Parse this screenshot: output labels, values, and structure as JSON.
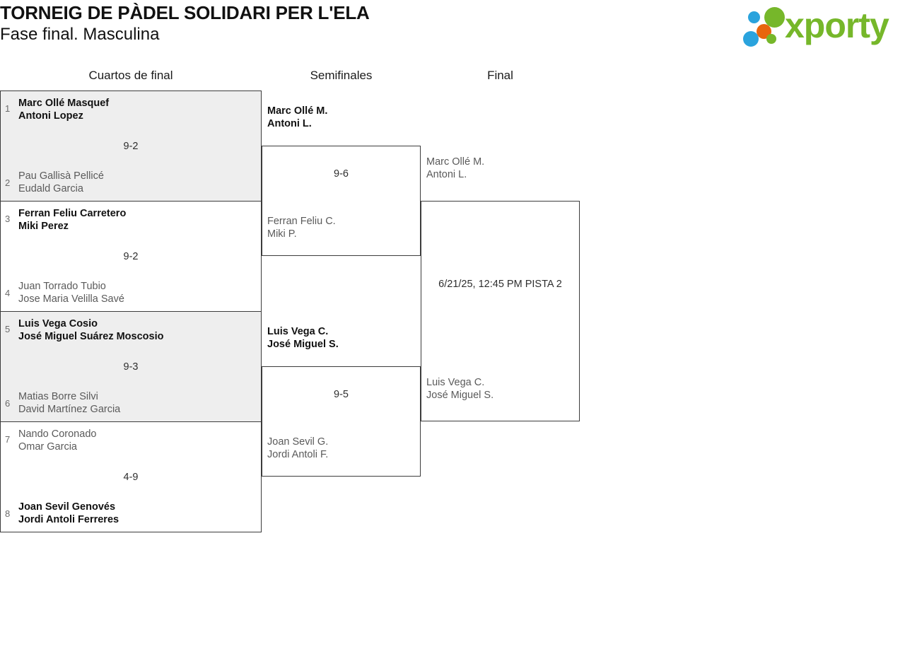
{
  "header": {
    "title_line1": "TORNEIG DE PÀDEL SOLIDARI PER L'ELA",
    "title_line2": "Fase final. Masculina",
    "logo_word": "xporty",
    "logo_colors": {
      "blue": "#2aa3dd",
      "orange": "#e8660d",
      "green": "#76b72a"
    }
  },
  "rounds": {
    "quarterfinals_label": "Cuartos de final",
    "semifinals_label": "Semifinales",
    "final_label": "Final"
  },
  "quarterfinals": [
    {
      "score": "9-2",
      "top": {
        "seed": "1",
        "player1": "Marc Ollé Masquef",
        "player2": "Antoni Lopez",
        "state": "winner"
      },
      "bottom": {
        "seed": "2",
        "player1": "Pau Gallisà Pellicé",
        "player2": "Eudald Garcia",
        "state": "loser"
      }
    },
    {
      "score": "9-2",
      "top": {
        "seed": "3",
        "player1": "Ferran Feliu Carretero",
        "player2": "Miki Perez",
        "state": "winner"
      },
      "bottom": {
        "seed": "4",
        "player1": "Juan Torrado Tubio",
        "player2": "Jose Maria Velilla Savé",
        "state": "loser"
      }
    },
    {
      "score": "9-3",
      "top": {
        "seed": "5",
        "player1": "Luis Vega Cosio",
        "player2": "José Miguel Suárez Moscosio",
        "state": "winner"
      },
      "bottom": {
        "seed": "6",
        "player1": "Matias Borre Silvi",
        "player2": "David Martínez Garcia",
        "state": "loser"
      }
    },
    {
      "score": "4-9",
      "top": {
        "seed": "7",
        "player1": "Nando Coronado",
        "player2": "Omar Garcia",
        "state": "loser"
      },
      "bottom": {
        "seed": "8",
        "player1": "Joan Sevil Genovés",
        "player2": "Jordi Antoli Ferreres",
        "state": "winner"
      }
    }
  ],
  "semifinals": [
    {
      "score": "9-6",
      "top": {
        "player1": "Marc Ollé M.",
        "player2": "Antoni L.",
        "state": "winner"
      },
      "bottom": {
        "player1": "Ferran Feliu C.",
        "player2": "Miki P.",
        "state": "loser"
      }
    },
    {
      "score": "9-5",
      "top": {
        "player1": "Luis Vega C.",
        "player2": "José Miguel S.",
        "state": "winner"
      },
      "bottom": {
        "player1": "Joan Sevil G.",
        "player2": "Jordi Antoli F.",
        "state": "loser"
      }
    }
  ],
  "final": {
    "schedule": "6/21/25, 12:45 PM PISTA 2",
    "top": {
      "player1": "Marc Ollé M.",
      "player2": "Antoni L.",
      "state": "pending"
    },
    "bottom": {
      "player1": "Luis Vega C.",
      "player2": "José Miguel S.",
      "state": "pending"
    }
  }
}
